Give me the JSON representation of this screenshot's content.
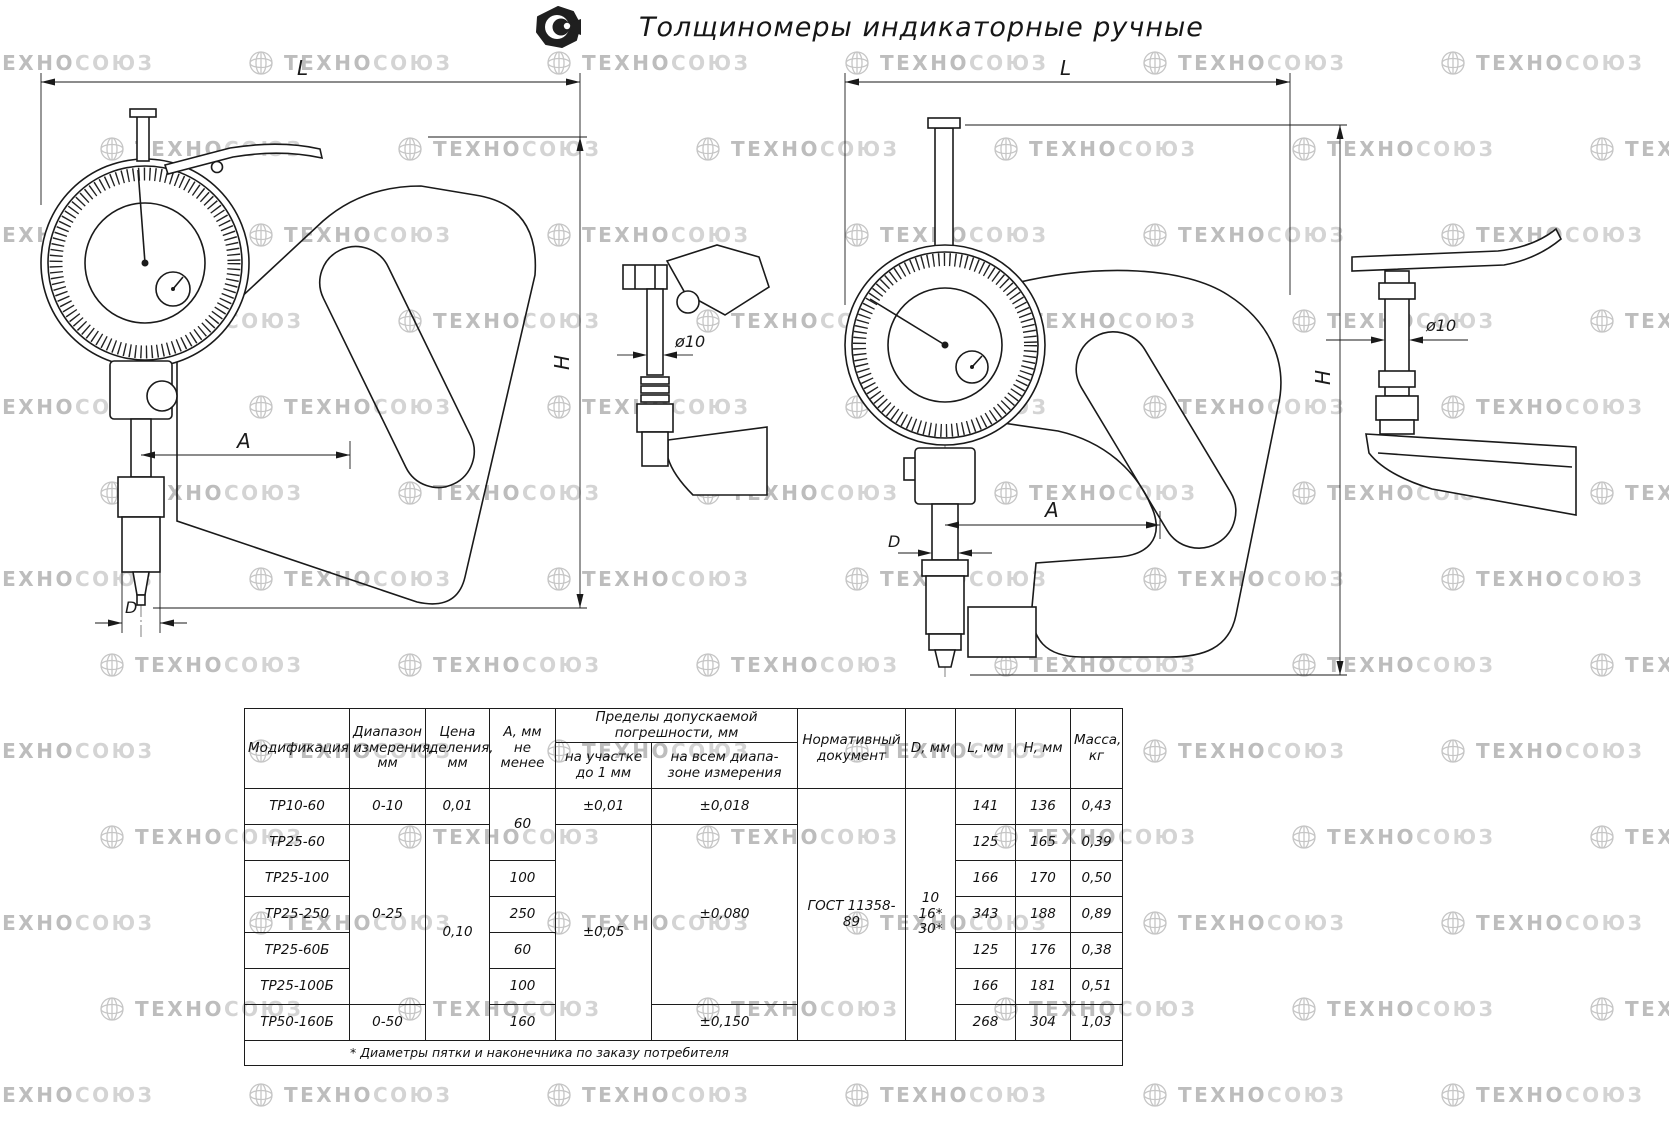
{
  "header": {
    "title": "Толщиномеры индикаторные ручные"
  },
  "watermark": {
    "part1": "ТЕХНО",
    "part2": "СОЮЗ"
  },
  "drawings": {
    "labels": {
      "L": "L",
      "H": "H",
      "A": "A",
      "D": "D",
      "dia": "ø10"
    }
  },
  "table": {
    "col_headers": {
      "modification": "Модификация",
      "range": "Диапазон\nизмерения,\nмм",
      "division": "Цена\nделения,\nмм",
      "a_min": "А, мм\nне менее",
      "error_group": "Пределы допускаемой погрешности, мм",
      "error_section": "на участке\nдо 1 мм",
      "error_full": "на всем диапа-\nзоне измерения",
      "document": "Нормативный\nдокумент",
      "d": "D, мм",
      "l": "L, мм",
      "h": "Н, мм",
      "mass": "Масса,\nкг"
    },
    "merged": {
      "range_1": "0-10",
      "range_2": "0-25",
      "range_3": "0-50",
      "division_1": "0,01",
      "division_2": "0,10",
      "a_60": "60",
      "err_section_1": "±0,01",
      "err_section_2": "±0,05",
      "err_full_1": "±0,018",
      "err_full_2": "±0,080",
      "err_full_3": "±0,150",
      "document_value": "ГОСТ 11358-89",
      "d_values": "10\n16*\n30*"
    },
    "rows": [
      {
        "mod": "ТР10-60",
        "a": "",
        "l": "141",
        "h": "136",
        "mass": "0,43"
      },
      {
        "mod": "ТР25-60",
        "a": "",
        "l": "125",
        "h": "165",
        "mass": "0,39"
      },
      {
        "mod": "ТР25-100",
        "a": "100",
        "l": "166",
        "h": "170",
        "mass": "0,50"
      },
      {
        "mod": "ТР25-250",
        "a": "250",
        "l": "343",
        "h": "188",
        "mass": "0,89"
      },
      {
        "mod": "ТР25-60Б",
        "a": "60",
        "l": "125",
        "h": "176",
        "mass": "0,38"
      },
      {
        "mod": "ТР25-100Б",
        "a": "100",
        "l": "166",
        "h": "181",
        "mass": "0,51"
      },
      {
        "mod": "ТР50-160Б",
        "a": "160",
        "l": "268",
        "h": "304",
        "mass": "1,03"
      }
    ],
    "footnote": "* Диаметры пятки и наконечника по заказу потребителя"
  }
}
